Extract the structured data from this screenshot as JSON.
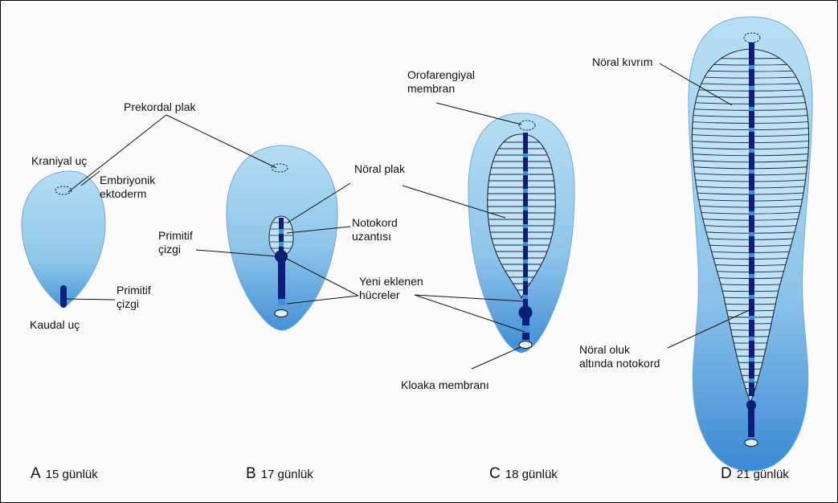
{
  "labels": {
    "prekordal_plak": "Prekordal plak",
    "kraniyal_uc": "Kraniyal uç",
    "embriyonik_ektoderm": "Embriyonik\nektoderm",
    "primitif_cizgi_a": "Primitif\nçizgi",
    "kaudal_uc": "Kaudal uç",
    "primitif_cizgi_b": "Primitif\nçizgi",
    "noral_plak": "Nöral plak",
    "notokord_uzantisi": "Notokord\nuzantısı",
    "yeni_eklenen_hucreler": "Yeni eklenen\nhücreler",
    "orofarengiyal_membran": "Orofarengiyal\nmembran",
    "kloaka_membrani": "Kloaka membranı",
    "noral_kivrim": "Nöral kıvrım",
    "noral_oluk": "Nöral oluk\naltında notokord"
  },
  "captions": [
    {
      "letter": "A",
      "text": "15 günlük"
    },
    {
      "letter": "B",
      "text": "17 günlük"
    },
    {
      "letter": "C",
      "text": "18 günlük"
    },
    {
      "letter": "D",
      "text": "21 günlük"
    }
  ],
  "colors": {
    "embryo_light": "#a9d8f1",
    "embryo_dark": "#3d8ed6",
    "neural_fill": "#bfe3f6",
    "notochord": "#0d1d78",
    "streak": "#0f1f7d",
    "outline": "#2a5f9a"
  }
}
